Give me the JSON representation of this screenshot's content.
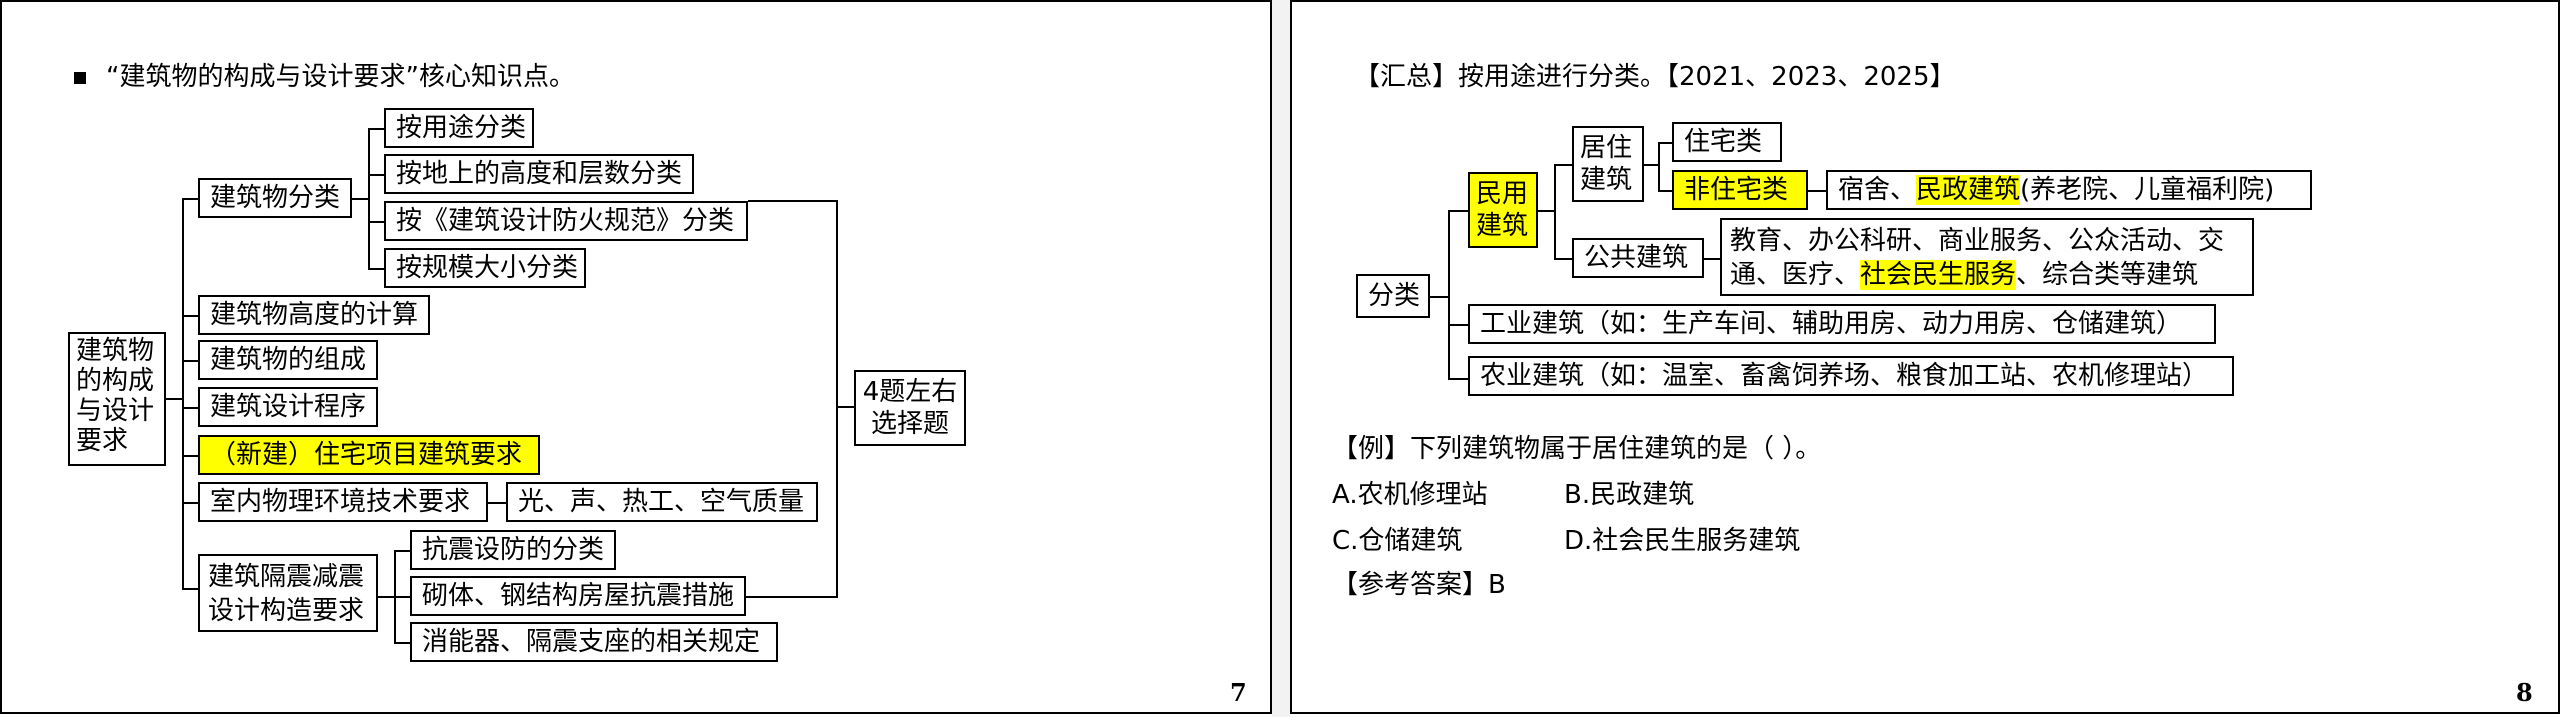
{
  "left": {
    "heading": "“建筑物的构成与设计要求”核心知识点。",
    "root": "建筑物的构成与设计要求",
    "branches": {
      "classification": "建筑物分类",
      "height_calc": "建筑物高度的计算",
      "composition": "建筑物的组成",
      "design_procedure": "建筑设计程序",
      "residential": "（新建）住宅项目建筑要求",
      "indoor_env": "室内物理环境技术要求",
      "seismic": "建筑隔震减震设计构造要求"
    },
    "classification_items": [
      "按用途分类",
      "按地上的高度和层数分类",
      "按《建筑设计防火规范》分类",
      "按规模大小分类"
    ],
    "indoor_env_detail": "光、声、热工、空气质量",
    "seismic_items": [
      "抗震设防的分类",
      "砌体、钢结构房屋抗震措施",
      "消能器、隔震支座的相关规定"
    ],
    "exam_note": "4题左右选择题",
    "page_number": "7"
  },
  "right": {
    "heading": "【汇总】按用途进行分类。【2021、2023、2025】",
    "root": "分类",
    "civil": "民用建筑",
    "residential_building": "居住建筑",
    "housing": "住宅类",
    "non_housing": "非住宅类",
    "non_housing_detail_a": "宿舍、",
    "non_housing_detail_hl": "民政建筑",
    "non_housing_detail_b": "(养老院、儿童福利院)",
    "public_building": "公共建筑",
    "public_detail_a": "教育、办公科研、商业服务、公众活动、交通、医疗、",
    "public_detail_hl": "社会民生服务",
    "public_detail_b": "、综合类等建筑",
    "industrial": "工业建筑（如：生产车间、辅助用房、动力用房、仓储建筑）",
    "agricultural": "农业建筑（如：温室、畜禽饲养场、粮食加工站、农机修理站）",
    "example_question": "【例】下列建筑物属于居住建筑的是（ ）。",
    "option_a": "A.农机修理站",
    "option_b": "B.民政建筑",
    "option_c": "C.仓储建筑",
    "option_d": "D.社会民生服务建筑",
    "answer": "【参考答案】B",
    "page_number": "8",
    "highlight_color": "#ffff00"
  }
}
